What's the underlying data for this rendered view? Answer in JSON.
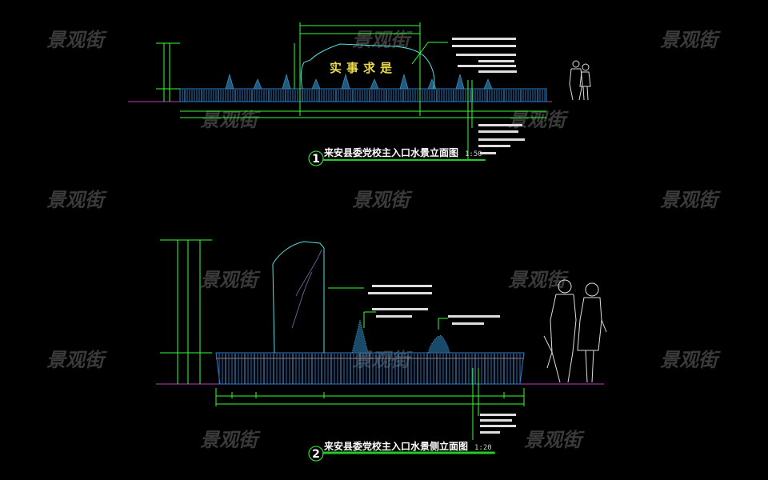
{
  "watermark": "景观街",
  "elevation1": {
    "number": "1",
    "title": "来安县委党校主入口水景立面图",
    "scale": "1:50",
    "stone_inscription": "实事求是"
  },
  "elevation2": {
    "number": "2",
    "title": "来安县委党校主入口水景侧立面图",
    "scale": "1:20"
  },
  "colors": {
    "dim": "#33ff33",
    "stone": "#55e0e0",
    "fence": "#2a7fd4",
    "ground": "#c040c0",
    "tree": "#4aa0d0",
    "title_bar": "#22cc22"
  }
}
